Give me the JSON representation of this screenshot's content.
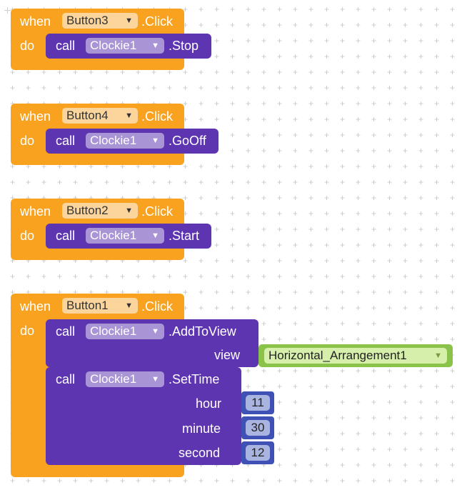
{
  "keywords": {
    "when": "when",
    "do": "do",
    "call": "call",
    "click_event": ".Click"
  },
  "blocks": [
    {
      "button": "Button3",
      "component": "Clockie1",
      "method": ".Stop"
    },
    {
      "button": "Button4",
      "component": "Clockie1",
      "method": ".GoOff"
    },
    {
      "button": "Button2",
      "component": "Clockie1",
      "method": ".Start"
    },
    {
      "button": "Button1",
      "calls": [
        {
          "component": "Clockie1",
          "method": ".AddToView",
          "params": [
            {
              "label": "view",
              "value": "Horizontal_Arrangement1"
            }
          ]
        },
        {
          "component": "Clockie1",
          "method": ".SetTime",
          "params": [
            {
              "label": "hour",
              "value": "11"
            },
            {
              "label": "minute",
              "value": "30"
            },
            {
              "label": "second",
              "value": "12"
            }
          ]
        }
      ]
    }
  ],
  "colors": {
    "event": "#f8a21f",
    "call": "#5e35b1",
    "green": "#8bc34a",
    "number": "#3f51b5"
  },
  "icons": {
    "dropdown": "dropdown-arrow-icon"
  }
}
